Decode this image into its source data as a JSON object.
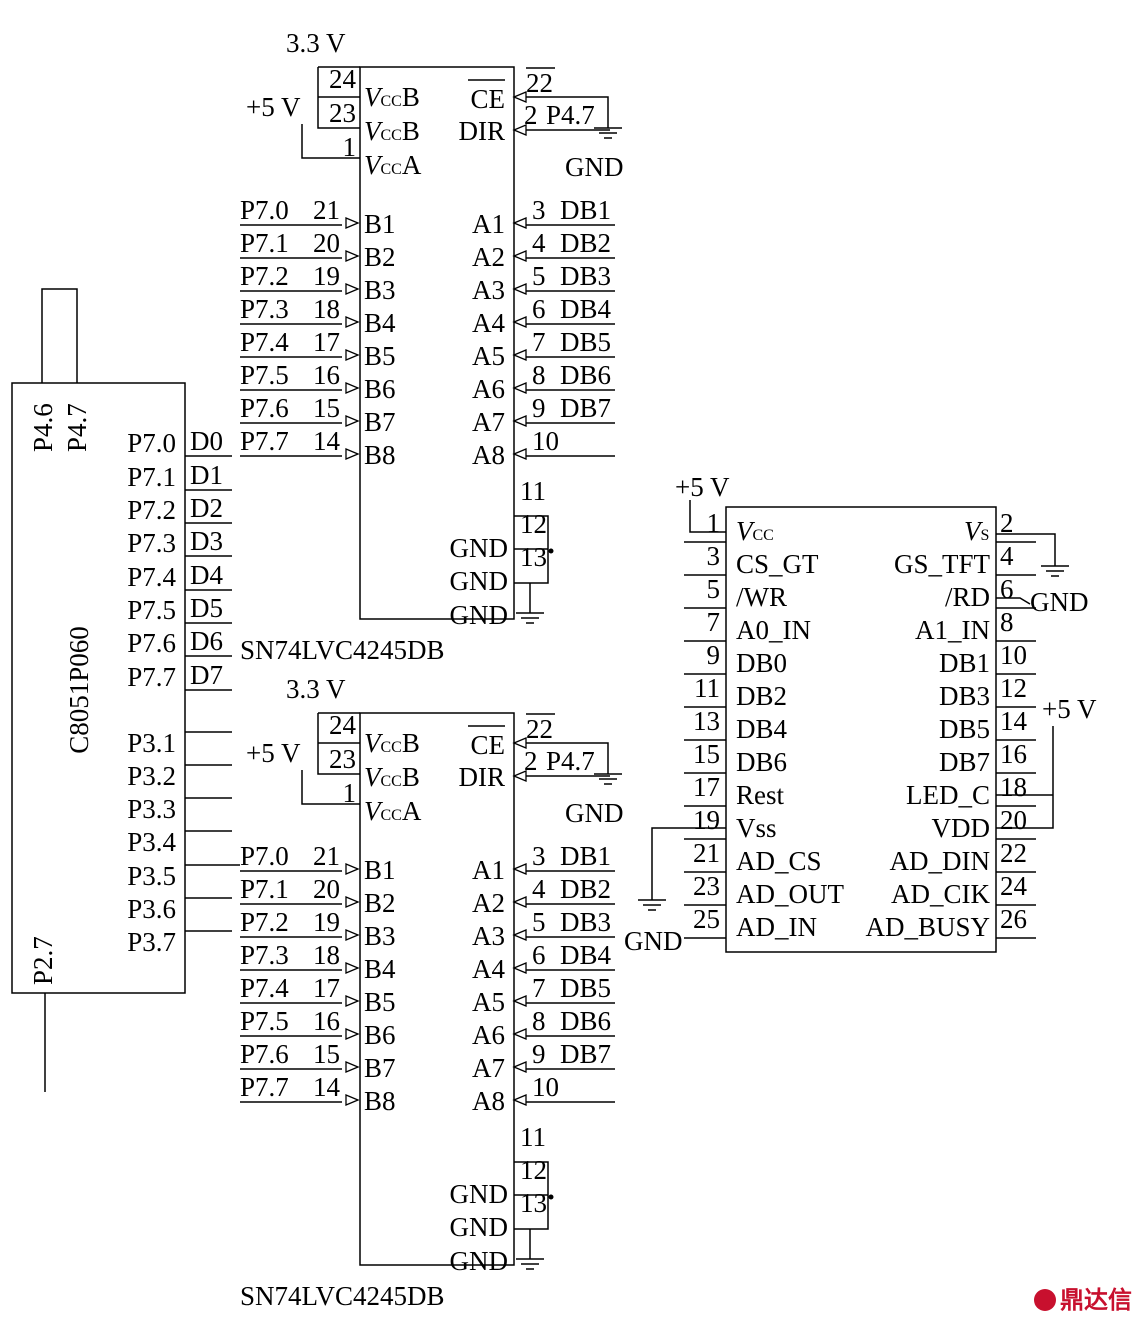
{
  "mcu": {
    "name": "C8051P060",
    "top_pins": [
      "P4.6",
      "P4.7"
    ],
    "bottom_pin": "P2.7",
    "port7": [
      "P7.0",
      "P7.1",
      "P7.2",
      "P7.3",
      "P7.4",
      "P7.5",
      "P7.6",
      "P7.7"
    ],
    "port3": [
      "P3.1",
      "P3.2",
      "P3.3",
      "P3.4",
      "P3.5",
      "P3.6",
      "P3.7"
    ],
    "data_labels": [
      "D0",
      "D1",
      "D2",
      "D3",
      "D4",
      "D5",
      "D6",
      "D7"
    ]
  },
  "transceiver": {
    "name": "SN74LVC4245DB",
    "supply_3v3": "3.3 V",
    "supply_5v": "+5 V",
    "vcc_pins": [
      {
        "num": "24",
        "label": "V",
        "sub": "CC",
        "suffix": "B"
      },
      {
        "num": "23",
        "label": "V",
        "sub": "CC",
        "suffix": "B"
      },
      {
        "num": "1",
        "label": "V",
        "sub": "CC",
        "suffix": "A"
      }
    ],
    "ce": {
      "num": "22",
      "label": "CE"
    },
    "dir": {
      "num": "2",
      "label": "DIR",
      "net": "P4.7"
    },
    "gnd_label": "GND",
    "b_pins": [
      {
        "net": "P7.0",
        "num": "21",
        "label": "B1"
      },
      {
        "net": "P7.1",
        "num": "20",
        "label": "B2"
      },
      {
        "net": "P7.2",
        "num": "19",
        "label": "B3"
      },
      {
        "net": "P7.3",
        "num": "18",
        "label": "B4"
      },
      {
        "net": "P7.4",
        "num": "17",
        "label": "B5"
      },
      {
        "net": "P7.5",
        "num": "16",
        "label": "B6"
      },
      {
        "net": "P7.6",
        "num": "15",
        "label": "B7"
      },
      {
        "net": "P7.7",
        "num": "14",
        "label": "B8"
      }
    ],
    "a_pins": [
      {
        "label": "A1",
        "num": "3",
        "net": "DB1"
      },
      {
        "label": "A2",
        "num": "4",
        "net": "DB2"
      },
      {
        "label": "A3",
        "num": "5",
        "net": "DB3"
      },
      {
        "label": "A4",
        "num": "6",
        "net": "DB4"
      },
      {
        "label": "A5",
        "num": "7",
        "net": "DB5"
      },
      {
        "label": "A6",
        "num": "8",
        "net": "DB6"
      },
      {
        "label": "A7",
        "num": "9",
        "net": "DB7"
      },
      {
        "label": "A8",
        "num": "10",
        "net": ""
      }
    ],
    "gnd_pins": [
      {
        "num": "11",
        "label": ""
      },
      {
        "num": "12",
        "label": "GND"
      },
      {
        "num": "13",
        "label": "GND"
      },
      {
        "num": "",
        "label": "GND"
      }
    ]
  },
  "lcd": {
    "supply": "+5 V",
    "left_pins": [
      {
        "num": "1",
        "label": "V",
        "sub": "CC"
      },
      {
        "num": "3",
        "label": "CS_GT"
      },
      {
        "num": "5",
        "label": "/WR"
      },
      {
        "num": "7",
        "label": "A0_IN"
      },
      {
        "num": "9",
        "label": "DB0"
      },
      {
        "num": "11",
        "label": "DB2"
      },
      {
        "num": "13",
        "label": "DB4"
      },
      {
        "num": "15",
        "label": "DB6"
      },
      {
        "num": "17",
        "label": "Rest"
      },
      {
        "num": "19",
        "label": "Vss"
      },
      {
        "num": "21",
        "label": "AD_CS"
      },
      {
        "num": "23",
        "label": "AD_OUT"
      },
      {
        "num": "25",
        "label": "AD_IN"
      }
    ],
    "right_pins": [
      {
        "num": "2",
        "label": "V",
        "sub": "S"
      },
      {
        "num": "4",
        "label": "GS_TFT"
      },
      {
        "num": "6",
        "label": "/RD"
      },
      {
        "num": "8",
        "label": "A1_IN"
      },
      {
        "num": "10",
        "label": "DB1"
      },
      {
        "num": "12",
        "label": "DB3"
      },
      {
        "num": "14",
        "label": "DB5"
      },
      {
        "num": "16",
        "label": "DB7"
      },
      {
        "num": "18",
        "label": "LED_C"
      },
      {
        "num": "20",
        "label": "VDD"
      },
      {
        "num": "22",
        "label": "AD_DIN"
      },
      {
        "num": "24",
        "label": "AD_CIK"
      },
      {
        "num": "26",
        "label": "AD_BUSY"
      }
    ],
    "gnd_right": "GND",
    "gnd_left": "GND",
    "supply_right": "+5 V"
  },
  "watermark": "鼎达信"
}
